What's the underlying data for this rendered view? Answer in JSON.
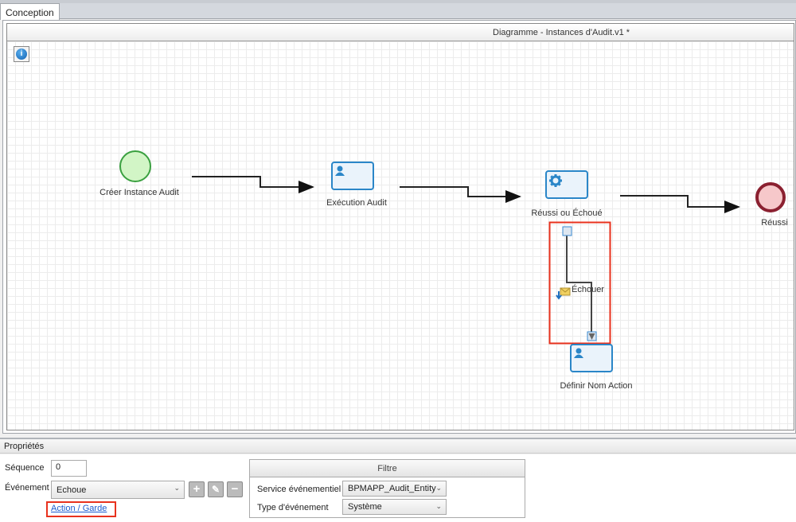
{
  "tabs": [
    {
      "label": "Conception"
    }
  ],
  "diagram": {
    "title": "Diagramme - Instances d'Audit.v1 *",
    "nodes": {
      "start": "Créer Instance Audit",
      "task1": "Exécution Audit",
      "gateway": "Réussi ou Échoué",
      "end": "Réussi",
      "task3": "Définir Nom Action"
    },
    "transition_label": "Échouer"
  },
  "properties": {
    "title": "Propriétés",
    "sequence_label": "Séquence",
    "sequence_value": "0",
    "event_label": "Événement",
    "event_value": "Echoue",
    "action_link": "Action / Garde",
    "filter": {
      "title": "Filtre",
      "service_label": "Service événementiel",
      "service_value": "BPMAPP_Audit_Entity",
      "type_label": "Type d'événement",
      "type_value": "Système"
    }
  },
  "colors": {
    "accent": "#2a86c8",
    "highlight": "#e8321e"
  }
}
